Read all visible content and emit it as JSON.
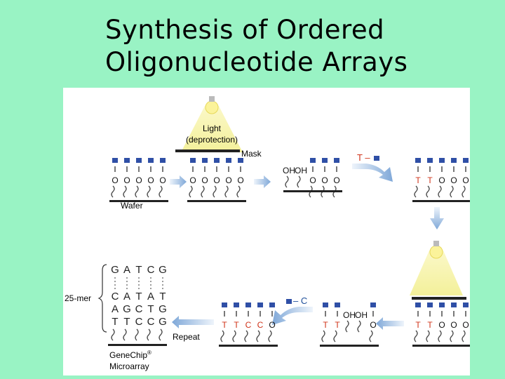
{
  "slide": {
    "title_line1": "Synthesis of Ordered",
    "title_line2": "Oligonucleotide Arrays"
  },
  "figure": {
    "light_label_1": "Light",
    "light_label_2": "(deprotection)",
    "mask_label": "Mask",
    "wafer_label": "Wafer",
    "oh_label": "OH",
    "o_label": "O",
    "t_reagent_label": "T –",
    "c_reagent_label": "– C",
    "repeat_label": "Repeat",
    "length_label": "25-mer",
    "genechip_label": "GeneChip",
    "registered_mark": "®",
    "microarray_label": "Microarray",
    "final_rows": [
      [
        "G",
        "A",
        "T",
        "C",
        "G"
      ],
      [
        "C",
        "A",
        "T",
        "A",
        "T"
      ],
      [
        "A",
        "G",
        "C",
        "T",
        "G"
      ],
      [
        "T",
        "T",
        "C",
        "C",
        "G"
      ]
    ],
    "colors": {
      "background": "#99f3c4",
      "protect_block": "#2f4fa6",
      "linker": "#4a4a4a",
      "added_base": "#d0341b",
      "light": "#f3f09a",
      "arrow": "#7fa8d8"
    }
  }
}
